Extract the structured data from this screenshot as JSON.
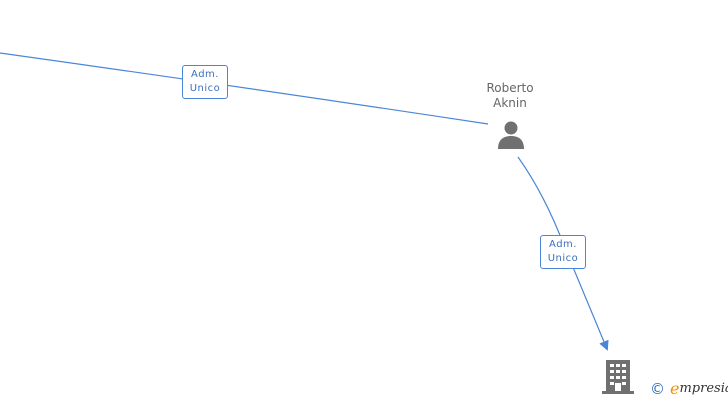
{
  "edges": [
    {
      "role_line1": "Adm.",
      "role_line2": "Unico",
      "from": "offscreen-left",
      "to": "Roberto Aknin"
    },
    {
      "role_line1": "Adm.",
      "role_line2": "Unico",
      "from": "Roberto Aknin",
      "to": "company"
    }
  ],
  "person": {
    "first_name": "Roberto",
    "last_name": "Aknin",
    "icon": "person-icon"
  },
  "company": {
    "icon": "building-icon"
  },
  "branding": {
    "copyright_symbol": "©",
    "logo_initial": "e",
    "logo_rest": "mpresia"
  },
  "colors": {
    "edge": "#4a86d8",
    "label_text": "#3a70c0",
    "node_icon": "#707070",
    "brand_blue": "#2f6db5",
    "brand_orange": "#f29100"
  }
}
